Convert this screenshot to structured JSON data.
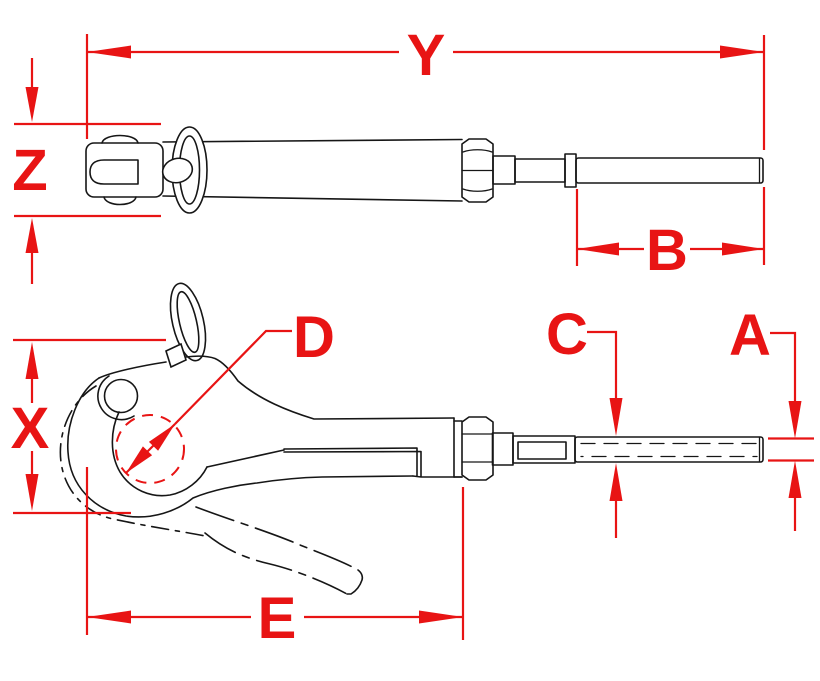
{
  "colors": {
    "dimension_red": "#e81414",
    "line_ink": "#161616",
    "background": "#ffffff"
  },
  "dim_labels": {
    "y": "Y",
    "z": "Z",
    "b": "B",
    "x": "X",
    "e": "E",
    "d": "D",
    "c": "C",
    "a": "A"
  }
}
